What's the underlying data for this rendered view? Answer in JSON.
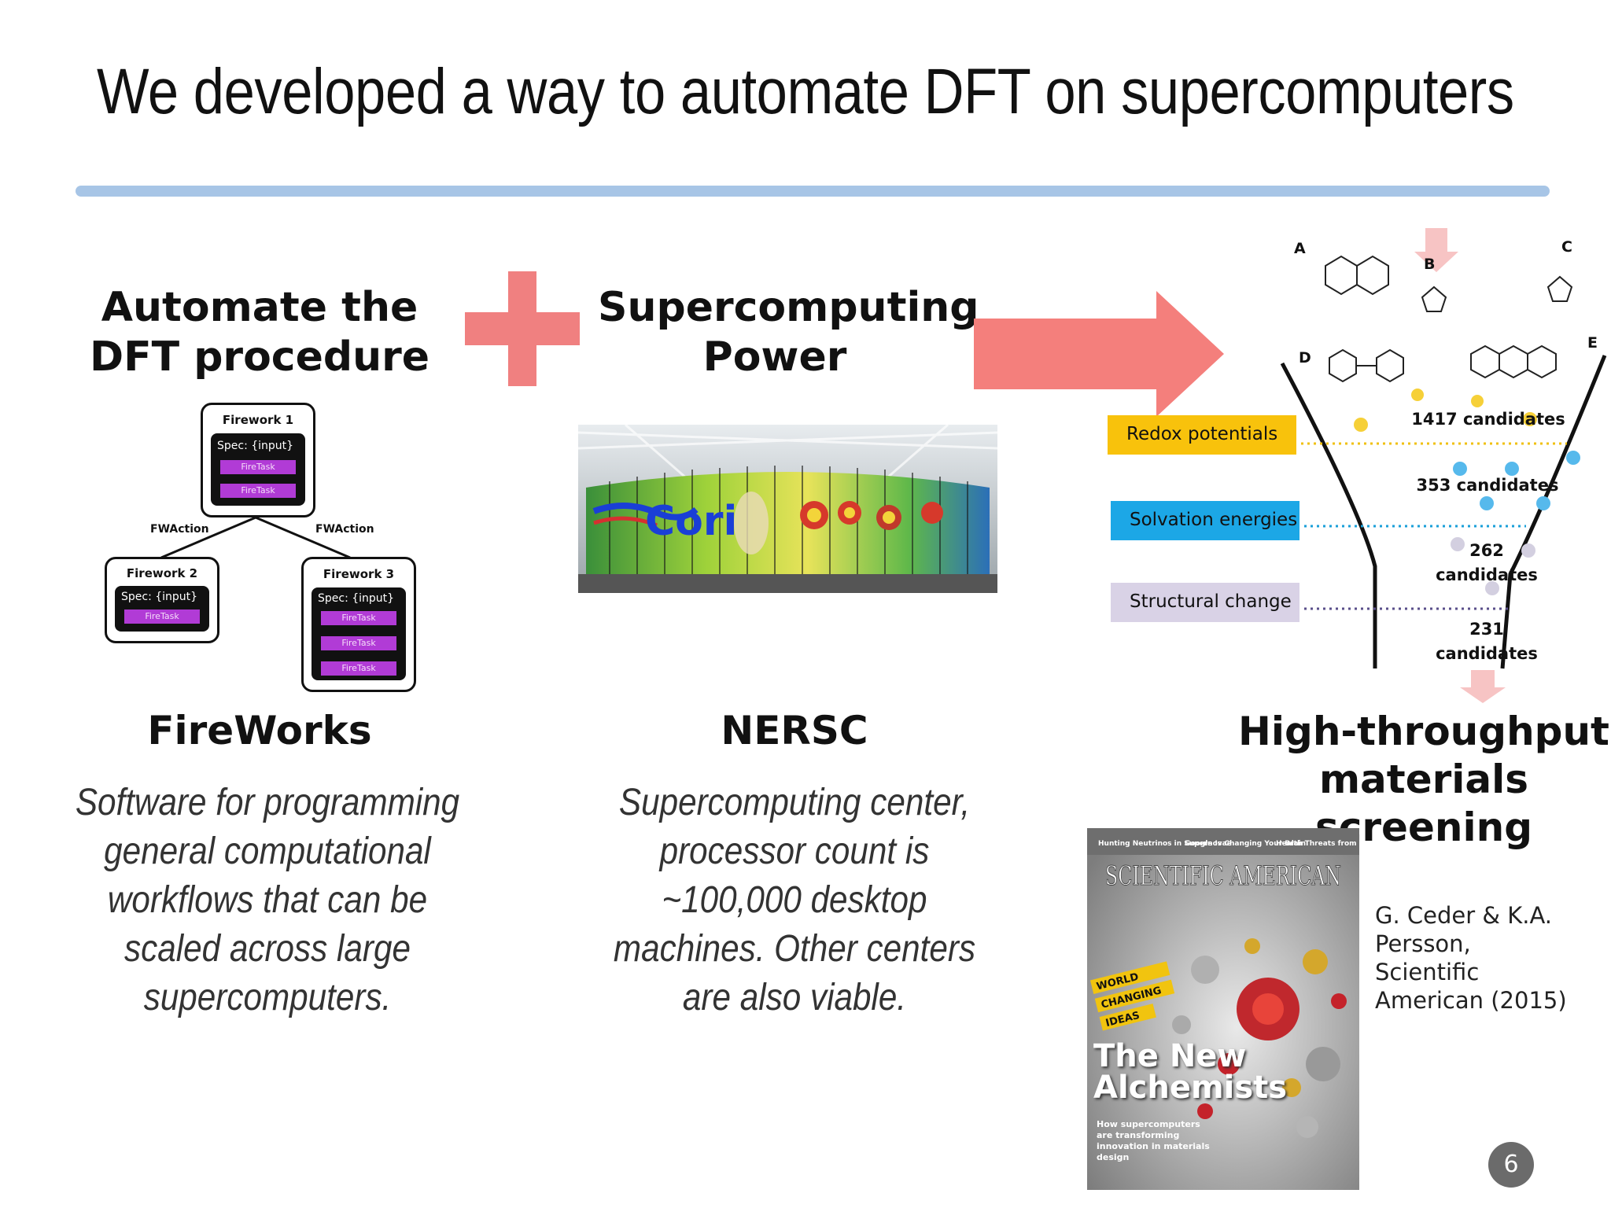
{
  "slide": {
    "title": "We developed a way to automate DFT on supercomputers",
    "number": "6"
  },
  "left": {
    "heading": "Automate the DFT procedure",
    "name": "FireWorks",
    "description": "Software for programming general computational workflows that can be scaled across large supercomputers.",
    "diagram": {
      "fw1": {
        "title": "Firework 1",
        "spec": "Spec: {input}",
        "tasks": [
          "FireTask",
          "FireTask"
        ]
      },
      "fw2": {
        "title": "Firework 2",
        "spec": "Spec: {input}",
        "tasks": [
          "FireTask"
        ]
      },
      "fw3": {
        "title": "Firework 3",
        "spec": "Spec: {input}",
        "tasks": [
          "FireTask",
          "FireTask",
          "FireTask"
        ]
      },
      "action_left": "FWAction",
      "action_right": "FWAction"
    }
  },
  "middle": {
    "heading": "Supercomputing Power",
    "name": "NERSC",
    "description": "Supercomputing center, processor count is ~100,000 desktop machines. Other centers are also viable.",
    "photo_text": "Cori"
  },
  "right": {
    "molecule_labels": [
      "A",
      "B",
      "C",
      "D",
      "E"
    ],
    "stages": [
      {
        "label": "Redox potentials",
        "color": "#f8c20c"
      },
      {
        "label": "Solvation energies",
        "color": "#1ca7e6"
      },
      {
        "label": "Structural change",
        "color": "#d9d2e6"
      }
    ],
    "counts": {
      "c1": "1417 candidates",
      "c2": "353 candidates",
      "c3a": "262",
      "c3b": "candidates",
      "c4a": "231",
      "c4b": "candidates"
    },
    "heading": "High-throughput materials screening",
    "magazine": {
      "teasers": [
        "Hunting Neutrinos in Supernovae",
        "Google Is Changing Your Brain",
        "Health Threats from Fungi"
      ],
      "masthead": "SCIENTIFIC AMERICAN",
      "banner": [
        "WORLD",
        "CHANGING",
        "IDEAS"
      ],
      "cover_title": "The New Alchemists",
      "cover_sub": "How supercomputers are transforming innovation in materials design"
    },
    "citation": "G. Ceder & K.A. Persson, Scientific American (2015)"
  },
  "colors": {
    "accent_red": "#f08080",
    "rule_blue": "#a7c5e6"
  }
}
